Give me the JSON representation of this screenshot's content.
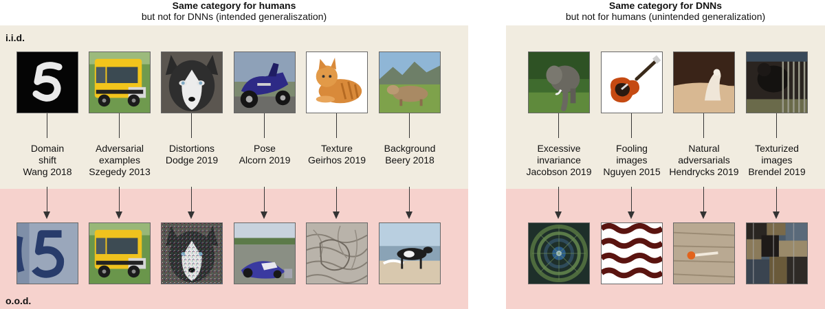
{
  "colors": {
    "iid_bg": "#f1ece0",
    "ood_bg": "#f6d2cd"
  },
  "left_panel": {
    "title": "Same category for humans",
    "subtitle": "but not for DNNs (intended generaliszation)",
    "row_top_label": "i.i.d.",
    "row_bottom_label": "o.o.d.",
    "columns": [
      {
        "lines": [
          "Domain",
          "shift",
          "Wang 2018"
        ],
        "top_image": "mnist-digit-five",
        "bottom_image": "house-number-five"
      },
      {
        "lines": [
          "Adversarial",
          "examples",
          "Szegedy 2013"
        ],
        "top_image": "yellow-school-bus",
        "bottom_image": "yellow-school-bus-adversarial"
      },
      {
        "lines": [
          "Distortions",
          "Dodge 2019"
        ],
        "top_image": "husky-dog",
        "bottom_image": "husky-dog-noisy"
      },
      {
        "lines": [
          "Pose",
          "Alcorn 2019"
        ],
        "top_image": "motor-scooter",
        "bottom_image": "scooter-rotated"
      },
      {
        "lines": [
          "Texture",
          "Geirhos 2019"
        ],
        "top_image": "tabby-cat",
        "bottom_image": "cat-elephant-texture"
      },
      {
        "lines": [
          "Background",
          "Beery 2018"
        ],
        "top_image": "cow-on-grass",
        "bottom_image": "cow-on-beach"
      }
    ]
  },
  "right_panel": {
    "title": "Same category for DNNs",
    "subtitle": "but not for humans (unintended generalization)",
    "columns": [
      {
        "lines": [
          "Excessive",
          "invariance",
          "Jacobson 2019"
        ],
        "top_image": "elephant",
        "bottom_image": "tunnel-pattern"
      },
      {
        "lines": [
          "Fooling",
          "images",
          "Nguyen 2015"
        ],
        "top_image": "electric-guitar",
        "bottom_image": "wave-pattern"
      },
      {
        "lines": [
          "Natural",
          "adversarials",
          "Hendrycks 2019"
        ],
        "top_image": "sea-lion",
        "bottom_image": "mushroom-on-wood"
      },
      {
        "lines": [
          "Texturized",
          "images",
          "Brendel 2019"
        ],
        "top_image": "animal-behind-bars",
        "bottom_image": "texturized-patches"
      }
    ]
  }
}
